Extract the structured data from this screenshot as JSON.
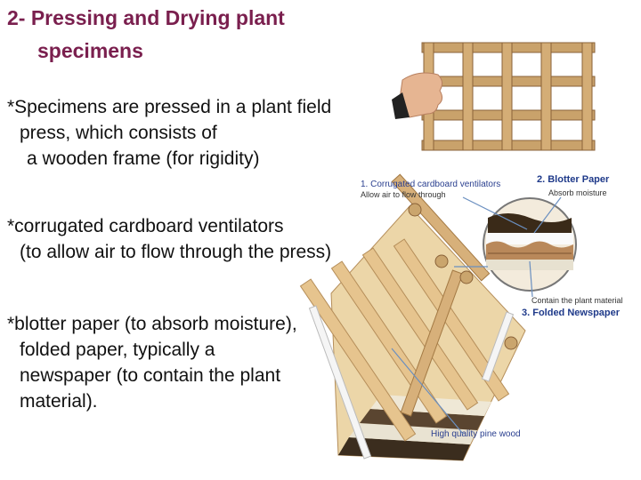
{
  "title": {
    "line1": "2- Pressing and Drying plant",
    "line2": "specimens"
  },
  "paragraphs": {
    "p1": {
      "line1": "*Specimens are pressed in a plant field",
      "line2": "press, which consists of",
      "line3": "a wooden frame (for rigidity)"
    },
    "p2": {
      "line1": "*corrugated cardboard ventilators",
      "line2": "(to allow air to flow through the press)"
    },
    "p3": {
      "line1": "*blotter paper (to absorb moisture),",
      "line2": "folded paper, typically a",
      "line3": "newspaper (to contain the plant",
      "line4": "material)."
    }
  },
  "figure_labels": {
    "ventilators": "1. Corrugated cardboard ventilators",
    "ventilators_sub": "Allow air to flow through",
    "blotter": "2. Blotter Paper",
    "blotter_sub": "Absorb moisture",
    "contain": "Contain the plant material",
    "newspaper": "3. Folded Newspaper",
    "pine": "High quality pine wood"
  },
  "colors": {
    "title": "#7a1f4e",
    "wood": "#c9a26b",
    "annotation": "#2a3f8f"
  }
}
